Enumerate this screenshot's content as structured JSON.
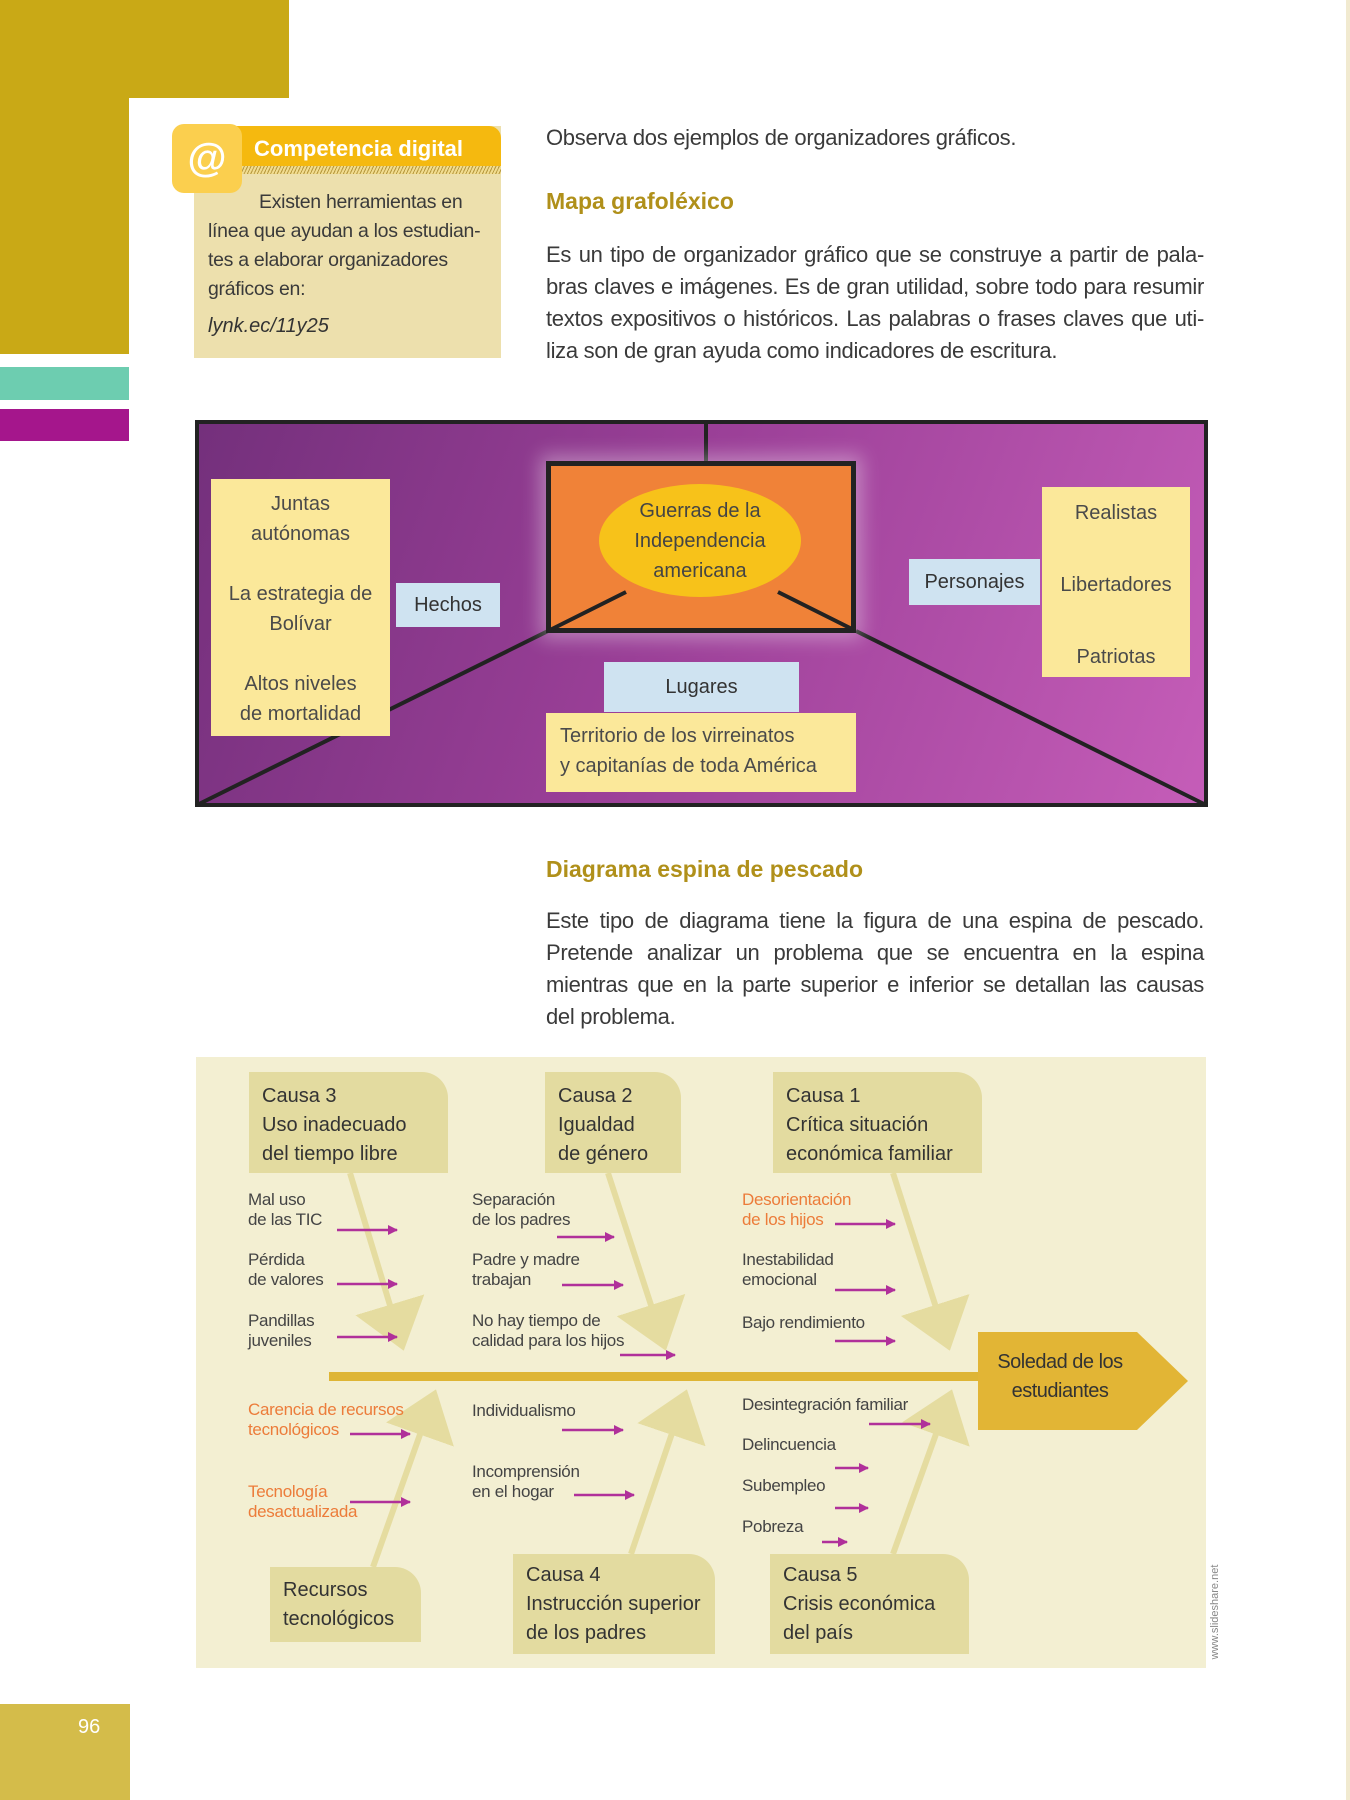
{
  "page_number": "96",
  "colors": {
    "gold": "#c9a916",
    "teal": "#6dcdb0",
    "magenta": "#a5168c",
    "heading": "#b0901a",
    "arrow": "#b0309a"
  },
  "sidebar": {
    "title": "Competencia digital",
    "icon": "at-icon",
    "icon_glyph": "@",
    "lines": [
      "Existen herramientas en",
      "línea que ayudan a los estudian-",
      "tes a elaborar organizadores",
      "gráficos en:"
    ],
    "link": "lynk.ec/11y25"
  },
  "intro": "Observa dos ejemplos de organizadores gráficos.",
  "section1": {
    "heading": "Mapa grafoléxico",
    "lines": [
      "Es un tipo de organizador gráfico que se construye a partir de pala-",
      "bras claves e imágenes. Es de gran utilidad, sobre todo para resumir",
      "textos expositivos o históricos. Las palabras o frases claves que uti-",
      "liza son de gran ayuda como indicadores de escritura."
    ]
  },
  "mapa": {
    "center": [
      "Guerras de la",
      "Independencia",
      "americana"
    ],
    "hechos_label": "Hechos",
    "hechos": [
      [
        "Juntas",
        "autónomas"
      ],
      [
        "La estrategia de",
        "Bolívar"
      ],
      [
        "Altos niveles",
        "de mortalidad"
      ]
    ],
    "personajes_label": "Personajes",
    "personajes": [
      "Realistas",
      "Libertadores",
      "Patriotas"
    ],
    "lugares_label": "Lugares",
    "lugares": [
      "Territorio de los virreinatos",
      "y capitanías de toda América"
    ]
  },
  "section2": {
    "heading": "Diagrama espina de pescado",
    "lines": [
      "Este tipo de diagrama tiene la figura de una espina de pescado.",
      "Pretende analizar un problema que se encuentra en la espina",
      "mientras que en la parte  superior  e inferior se detallan las causas",
      "del problema."
    ]
  },
  "fishbone": {
    "problem": [
      "Soledad de los",
      "estudiantes"
    ],
    "causes": {
      "c3": [
        "Causa 3",
        "Uso inadecuado",
        "del tiempo libre"
      ],
      "c2": [
        "Causa 2",
        "Igualdad",
        "de género"
      ],
      "c1": [
        "Causa 1",
        "Crítica situación",
        "económica familiar"
      ],
      "rec": [
        "Recursos",
        "tecnológicos"
      ],
      "c4": [
        "Causa 4",
        "Instrucción superior",
        "de los padres"
      ],
      "c5": [
        "Causa 5",
        "Crisis económica",
        "del país"
      ]
    },
    "items": {
      "a": [
        "Mal uso",
        "de las TIC"
      ],
      "b": [
        "Pérdida",
        "de valores"
      ],
      "c": [
        "Pandillas",
        "juveniles"
      ],
      "d": [
        "Separación",
        "de los padres"
      ],
      "e": [
        "Padre y madre",
        "trabajan"
      ],
      "f": [
        "No hay tiempo de",
        "calidad para los hijos"
      ],
      "g": [
        "Desorientación",
        "de los hijos"
      ],
      "h": [
        "Inestabilidad",
        "emocional"
      ],
      "i": [
        "Bajo rendimiento"
      ],
      "j": [
        "Carencia de recursos",
        "tecnológicos"
      ],
      "k": [
        "Tecnología",
        "desactualizada"
      ],
      "l": [
        "Individualismo"
      ],
      "m": [
        "Incomprensión",
        "en el hogar"
      ],
      "n": [
        "Desintegración familiar"
      ],
      "o": [
        "Delincuencia"
      ],
      "p": [
        "Subempleo"
      ],
      "q": [
        "Pobreza"
      ]
    }
  },
  "watermark": "www.slideshare.net"
}
